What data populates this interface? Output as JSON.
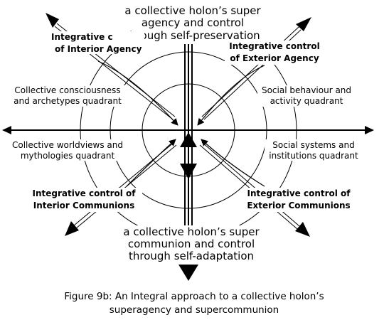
{
  "top_label": [
    "a collective holon’s super",
    "agency and control",
    "through self-preservation"
  ],
  "bottom_label": [
    "a collective holon’s super",
    "communion and control",
    "through self-adaptation"
  ],
  "integrative": {
    "interior_agency": [
      "Integrative c",
      "of Interior Agency"
    ],
    "exterior_agency": [
      "Integrative control",
      "of Exterior Agency"
    ],
    "interior_communions": [
      "Integrative control of",
      "Interior Communions"
    ],
    "exterior_communions": [
      "Integrative control of",
      "Exterior Communions"
    ]
  },
  "quadrants": {
    "upper_left": [
      "Collective consciousness",
      "and archetypes quadrant"
    ],
    "upper_right": [
      "Social behaviour and",
      "activity quadrant"
    ],
    "lower_left": [
      "Collective worldviews and",
      "mythologies quadrant"
    ],
    "lower_right": [
      "Social systems and",
      "institutions quadrant"
    ]
  },
  "caption": [
    "Figure 9b:  An Integral approach to a collective holon’s",
    "superagency and supercommunion"
  ]
}
